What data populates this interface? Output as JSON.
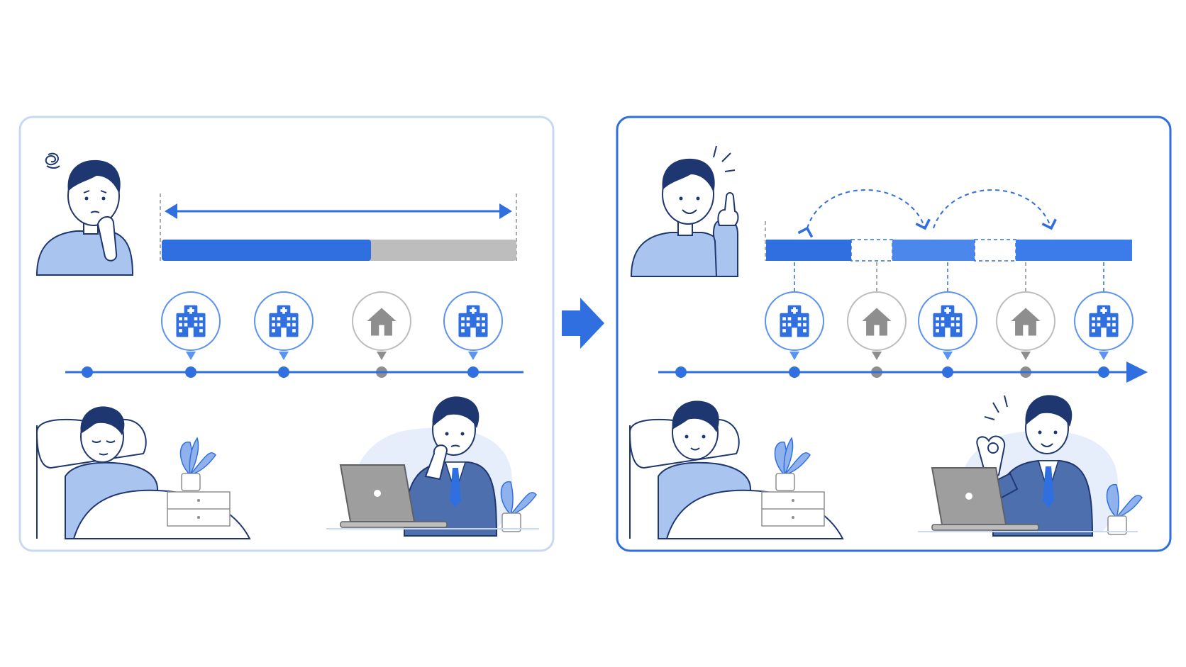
{
  "colors": {
    "primary": "#2F6FE0",
    "primary_light": "#5B93F0",
    "panel_border_left": "#C9D9F2",
    "panel_border_right": "#2E6FDD",
    "gray": "#BDBDBD",
    "gray_dark": "#8E8E8E",
    "shirt": "#A9C4EE",
    "hair": "#1F3770",
    "skin": "#FFFFFF",
    "suit": "#4E6FAE",
    "plant": "#8FB1EC",
    "blob": "#E6EEFB"
  },
  "icons": {
    "hospital": "hospital-icon",
    "home": "home-icon",
    "arrow": "right-arrow-icon"
  },
  "left_panel": {
    "timeline_markers": [
      "hospital",
      "hospital",
      "home",
      "hospital"
    ],
    "bar_filled_fraction": 0.59
  },
  "right_panel": {
    "timeline_markers": [
      "hospital",
      "home",
      "hospital",
      "home",
      "hospital"
    ],
    "bar_segments": 3
  }
}
